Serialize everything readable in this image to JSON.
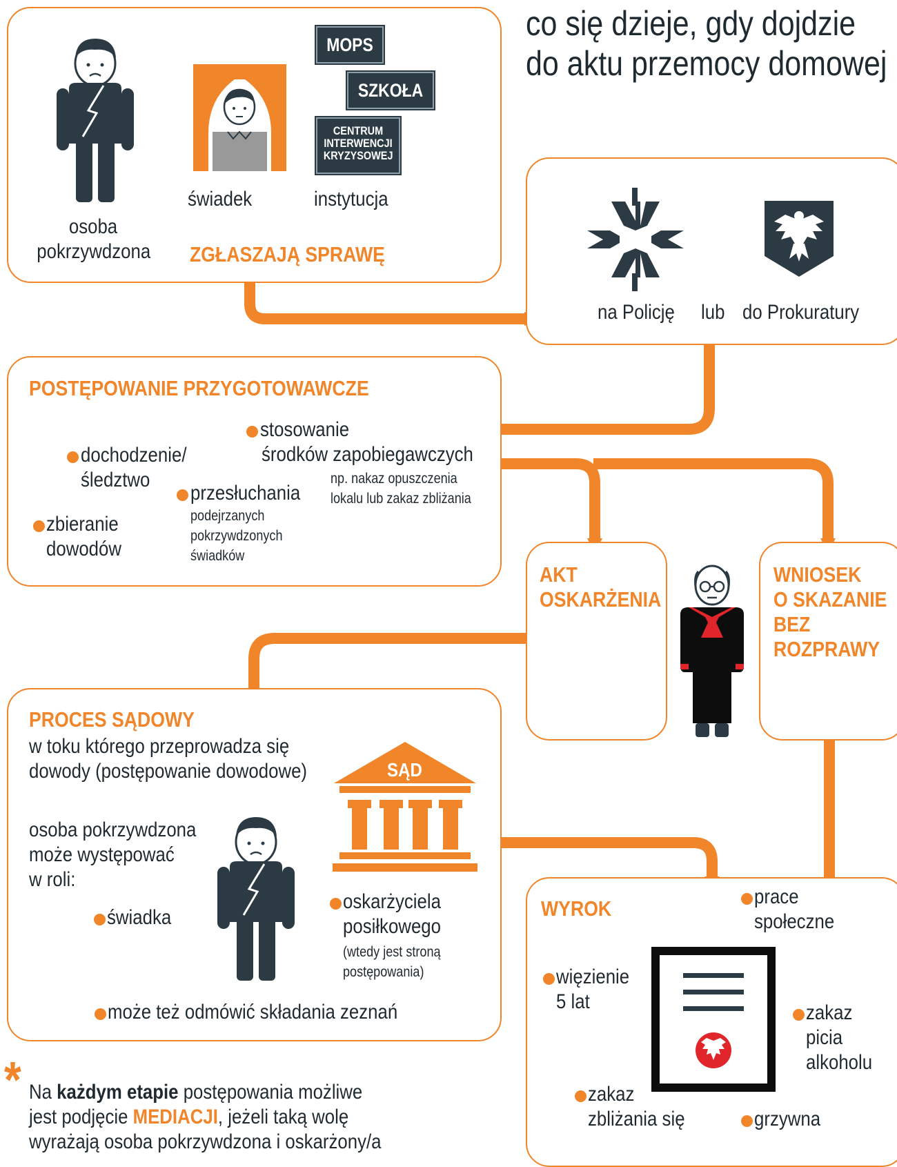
{
  "title": {
    "line1": "co się dzieje, gdy dojdzie",
    "line2": "do aktu przemocy domowej"
  },
  "reporting": {
    "victim_label_1": "osoba",
    "victim_label_2": "pokrzywdzona",
    "witness_label": "świadek",
    "institution_label": "instytucja",
    "signs": [
      "MOPS",
      "SZKOŁA",
      "CENTRUM",
      "INTERWENCJI",
      "KRYZYSOWEJ"
    ],
    "heading": "ZGŁASZAJĄ SPRAWĘ"
  },
  "report_to": {
    "police": "na Policję",
    "or": "lub",
    "prosecutor": "do Prokuratury"
  },
  "preparatory": {
    "heading": "POSTĘPOWANIE PRZYGOTOWAWCZE",
    "investigation_1": "dochodzenie/",
    "investigation_2": "śledztwo",
    "evidence_1": "zbieranie",
    "evidence_2": "dowodów",
    "interrogation": "przesłuchania",
    "interrogation_who": [
      "podejrzanych",
      "pokrzywdzonych",
      "świadków"
    ],
    "measures_1": "stosowanie",
    "measures_2": "środków zapobiegawczych",
    "measures_note_1": "np. nakaz opuszczenia",
    "measures_note_2": "lokalu lub zakaz zbliżania"
  },
  "indictment": {
    "line1": "AKT",
    "line2": "OSKARŻENIA"
  },
  "motion": {
    "line1": "WNIOSEK",
    "line2": "O SKAZANIE",
    "line3": "BEZ",
    "line4": "ROZPRAWY"
  },
  "trial": {
    "heading": "PROCES SĄDOWY",
    "desc_1": "w toku którego przeprowadza się",
    "desc_2": "dowody (postępowanie dowodowe)",
    "role_1": "osoba pokrzywdzona",
    "role_2": "może występować",
    "role_3": "w roli:",
    "witness": "świadka",
    "prosecutor_1": "oskarżyciela",
    "prosecutor_2": "posiłkowego",
    "prosecutor_note_1": "(wtedy jest stroną",
    "prosecutor_note_2": "postępowania)",
    "refuse": "może też odmówić składania zeznań",
    "court_sign": "SĄD"
  },
  "verdict": {
    "heading": "WYROK",
    "community_1": "prace",
    "community_2": "społeczne",
    "prison_1": "więzienie",
    "prison_2": "5 lat",
    "alcohol_1": "zakaz",
    "alcohol_2": "picia",
    "alcohol_3": "alkoholu",
    "approach_1": "zakaz",
    "approach_2": "zbliżania się",
    "fine": "grzywna"
  },
  "footnote": {
    "asterisk": "*",
    "p1": "Na ",
    "b1": "każdym etapie",
    "p2": "  postępowania możliwe",
    "p3": "jest podjęcie ",
    "b2": "MEDIACJI",
    "p4": ", jeżeli taką wolę",
    "p5": "wyrażają osoba pokrzywdzona i oskarżony/a"
  },
  "colors": {
    "accent": "#f0852a",
    "dark": "#2b3a43",
    "red": "#e0262a"
  }
}
